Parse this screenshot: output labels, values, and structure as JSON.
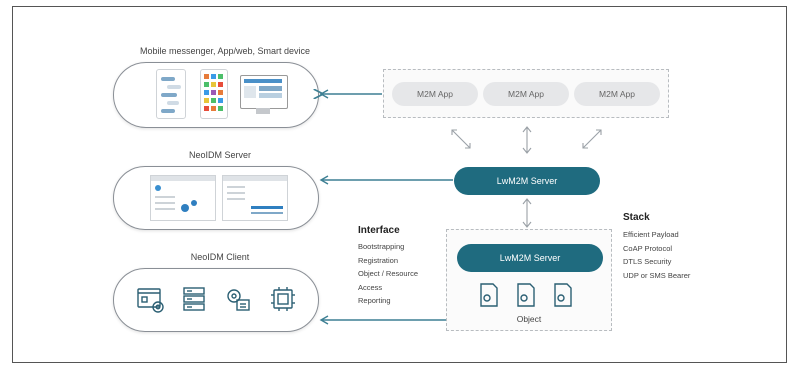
{
  "captions": {
    "mobile": "Mobile messenger, App/web, Smart device",
    "neoidm_server": "NeoIDM Server",
    "neoidm_client": "NeoIDM Client"
  },
  "m2m_apps": [
    "M2M App",
    "M2M App",
    "M2M App"
  ],
  "lwm2m_server_top": "LwM2M Server",
  "lwm2m_server_inner": "LwM2M Server",
  "object_label": "Object",
  "interface": {
    "title": "Interface",
    "items": [
      "Bootstrapping",
      "Registration",
      "Object / Resource",
      "Access",
      "Reporting"
    ]
  },
  "stack": {
    "title": "Stack",
    "items": [
      "Efficient Payload",
      "CoAP Protocol",
      "DTLS Security",
      "UDP or SMS Bearer"
    ]
  },
  "client_icons": [
    "dashboard-gear-icon",
    "server-rack-icon",
    "gears-icon",
    "chip-icon"
  ],
  "colors": {
    "accent": "#1f6b7f",
    "arrow": "#3d7f93",
    "app_pill": "#e6e7e9"
  }
}
